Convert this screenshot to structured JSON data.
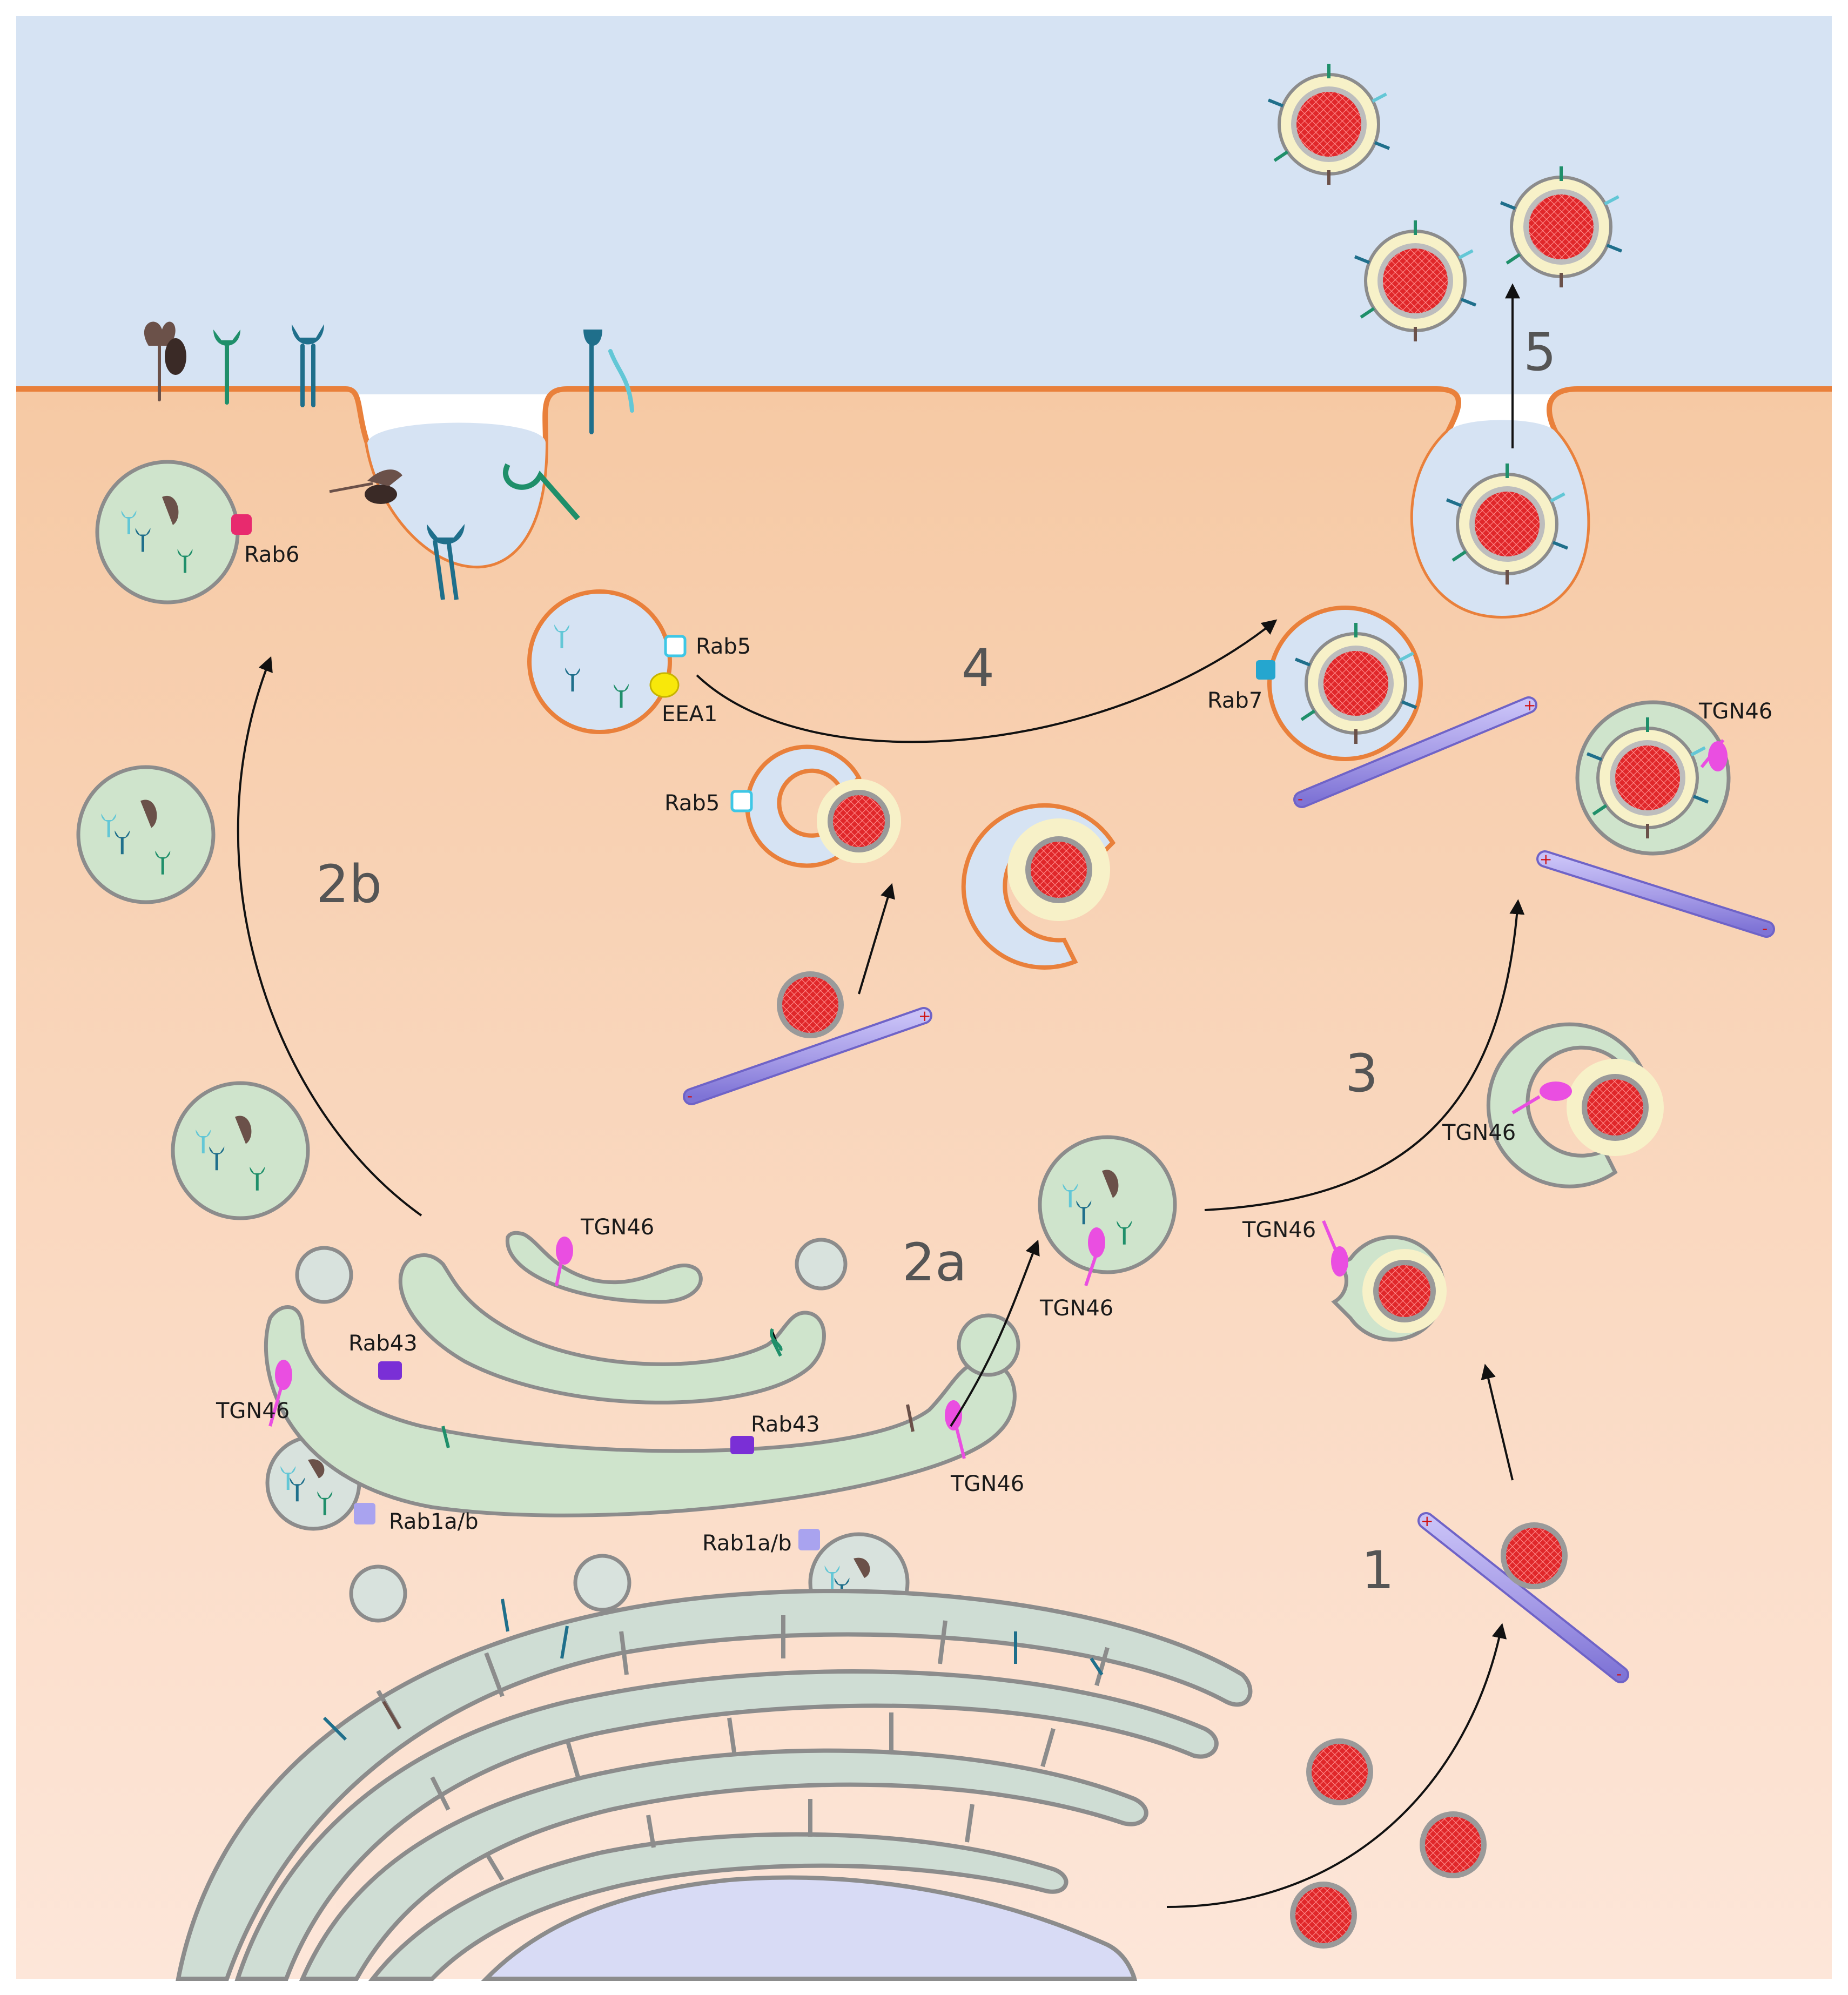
{
  "colors": {
    "extracellular": "#d6e3f3",
    "cytoplasm_top": "#f6c9a4",
    "cytoplasm_bottom": "#fde6d9",
    "membrane": "#e9803b",
    "vesicle_green": "#cfe4cc",
    "vesicle_grey": "#d8e2dd",
    "vesicle_edge": "#8c8c8c",
    "er_fill": "#cfddd4",
    "nucleus": "#d8dbf5",
    "capsid": "#e0272a",
    "capsid_mesh": "#ffffff",
    "envelope": "#f7f1c8",
    "microtubule": "#a89ee8",
    "tgn46": "#ea4ee1",
    "rab43": "#7a2fd6",
    "rab1": "#a9a3ef",
    "rab6": "#e82a6e",
    "rab5": "#3ec7e6",
    "rab7": "#25a6cf",
    "eea1": "#f8e80a",
    "glyco_teal": "#1f6f8b",
    "glyco_green": "#1f8f6a",
    "glyco_brown": "#6b5149",
    "glyco_cyan": "#63c7d6"
  },
  "labels": {
    "rab6": "Rab6",
    "rab5_top": "Rab5",
    "eea1": "EEA1",
    "rab7": "Rab7",
    "tgn46_right": "TGN46",
    "rab5_mid": "Rab5",
    "tgn46_mid_right": "TGN46",
    "tgn46_golgi": "TGN46",
    "tgn46_vesicle": "TGN46",
    "tgn46_small": "TGN46",
    "rab43_left": "Rab43",
    "tgn46_left": "TGN46",
    "rab43_mid": "Rab43",
    "tgn46_bottom": "TGN46",
    "rab1_left": "Rab1a/b",
    "rab1_mid": "Rab1a/b"
  },
  "steps": {
    "s1": "1",
    "s2a": "2a",
    "s2b": "2b",
    "s3": "3",
    "s4": "4",
    "s5": "5"
  }
}
